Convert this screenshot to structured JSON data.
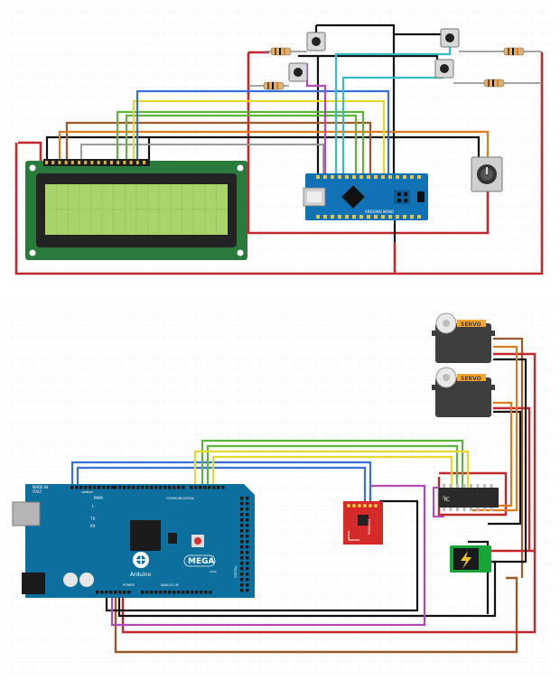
{
  "colors": {
    "red": "#c1272d",
    "black": "#111111",
    "blue": "#3b6fd8",
    "green": "#5fb23a",
    "yellow": "#e6d92a",
    "brown": "#9b5a2a",
    "orange": "#e07a1f",
    "purple": "#b348b8",
    "cyan": "#38bcc8",
    "gray": "#9a9a9a",
    "nano_blue": "#1173b6",
    "mega_blue": "#0d6f9e",
    "lcd_green": "#a9d36b",
    "servo_gray": "#3e3e3e"
  },
  "top_circuit": {
    "nano": {
      "label": "ARDUINO NANO"
    }
  },
  "bottom_circuit": {
    "mega": {
      "made_in": "MADE IN",
      "italy": "ITALY",
      "pwm": "PWM",
      "aref": "AREF",
      "gnd": "GND",
      "communication": "COMMUNICATION",
      "digital": "DIGITAL",
      "power": "POWER",
      "analog_in": "ANALOG IN",
      "arduino": "Arduino",
      "mega_logo": "MEGA",
      "year": "2560",
      "tx": "TX",
      "rx": "RX",
      "l": "L"
    },
    "servos": [
      {
        "label": "SERVO"
      },
      {
        "label": "SERVO"
      }
    ],
    "ic": {
      "label": "IC"
    },
    "accelerometer": {
      "label": "MMA8452"
    }
  }
}
